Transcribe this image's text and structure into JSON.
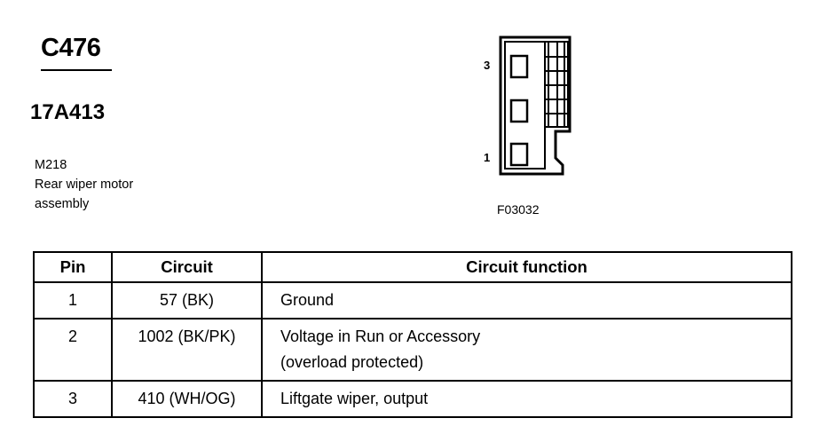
{
  "connector": {
    "id": "C476",
    "part_number": "17A413",
    "component_code": "M218",
    "component_description_line1": "Rear wiper motor",
    "component_description_line2": "assembly",
    "figure_code": "F03032",
    "pin_label_top": "3",
    "pin_label_bottom": "1"
  },
  "table": {
    "headers": {
      "pin": "Pin",
      "circuit": "Circuit",
      "function": "Circuit function"
    },
    "rows": [
      {
        "pin": "1",
        "circuit": "57 (BK)",
        "function_lines": [
          "Ground"
        ]
      },
      {
        "pin": "2",
        "circuit": "1002 (BK/PK)",
        "function_lines": [
          "Voltage in Run or Accessory",
          "(overload protected)"
        ]
      },
      {
        "pin": "3",
        "circuit": "410 (WH/OG)",
        "function_lines": [
          "Liftgate wiper, output"
        ]
      }
    ]
  }
}
